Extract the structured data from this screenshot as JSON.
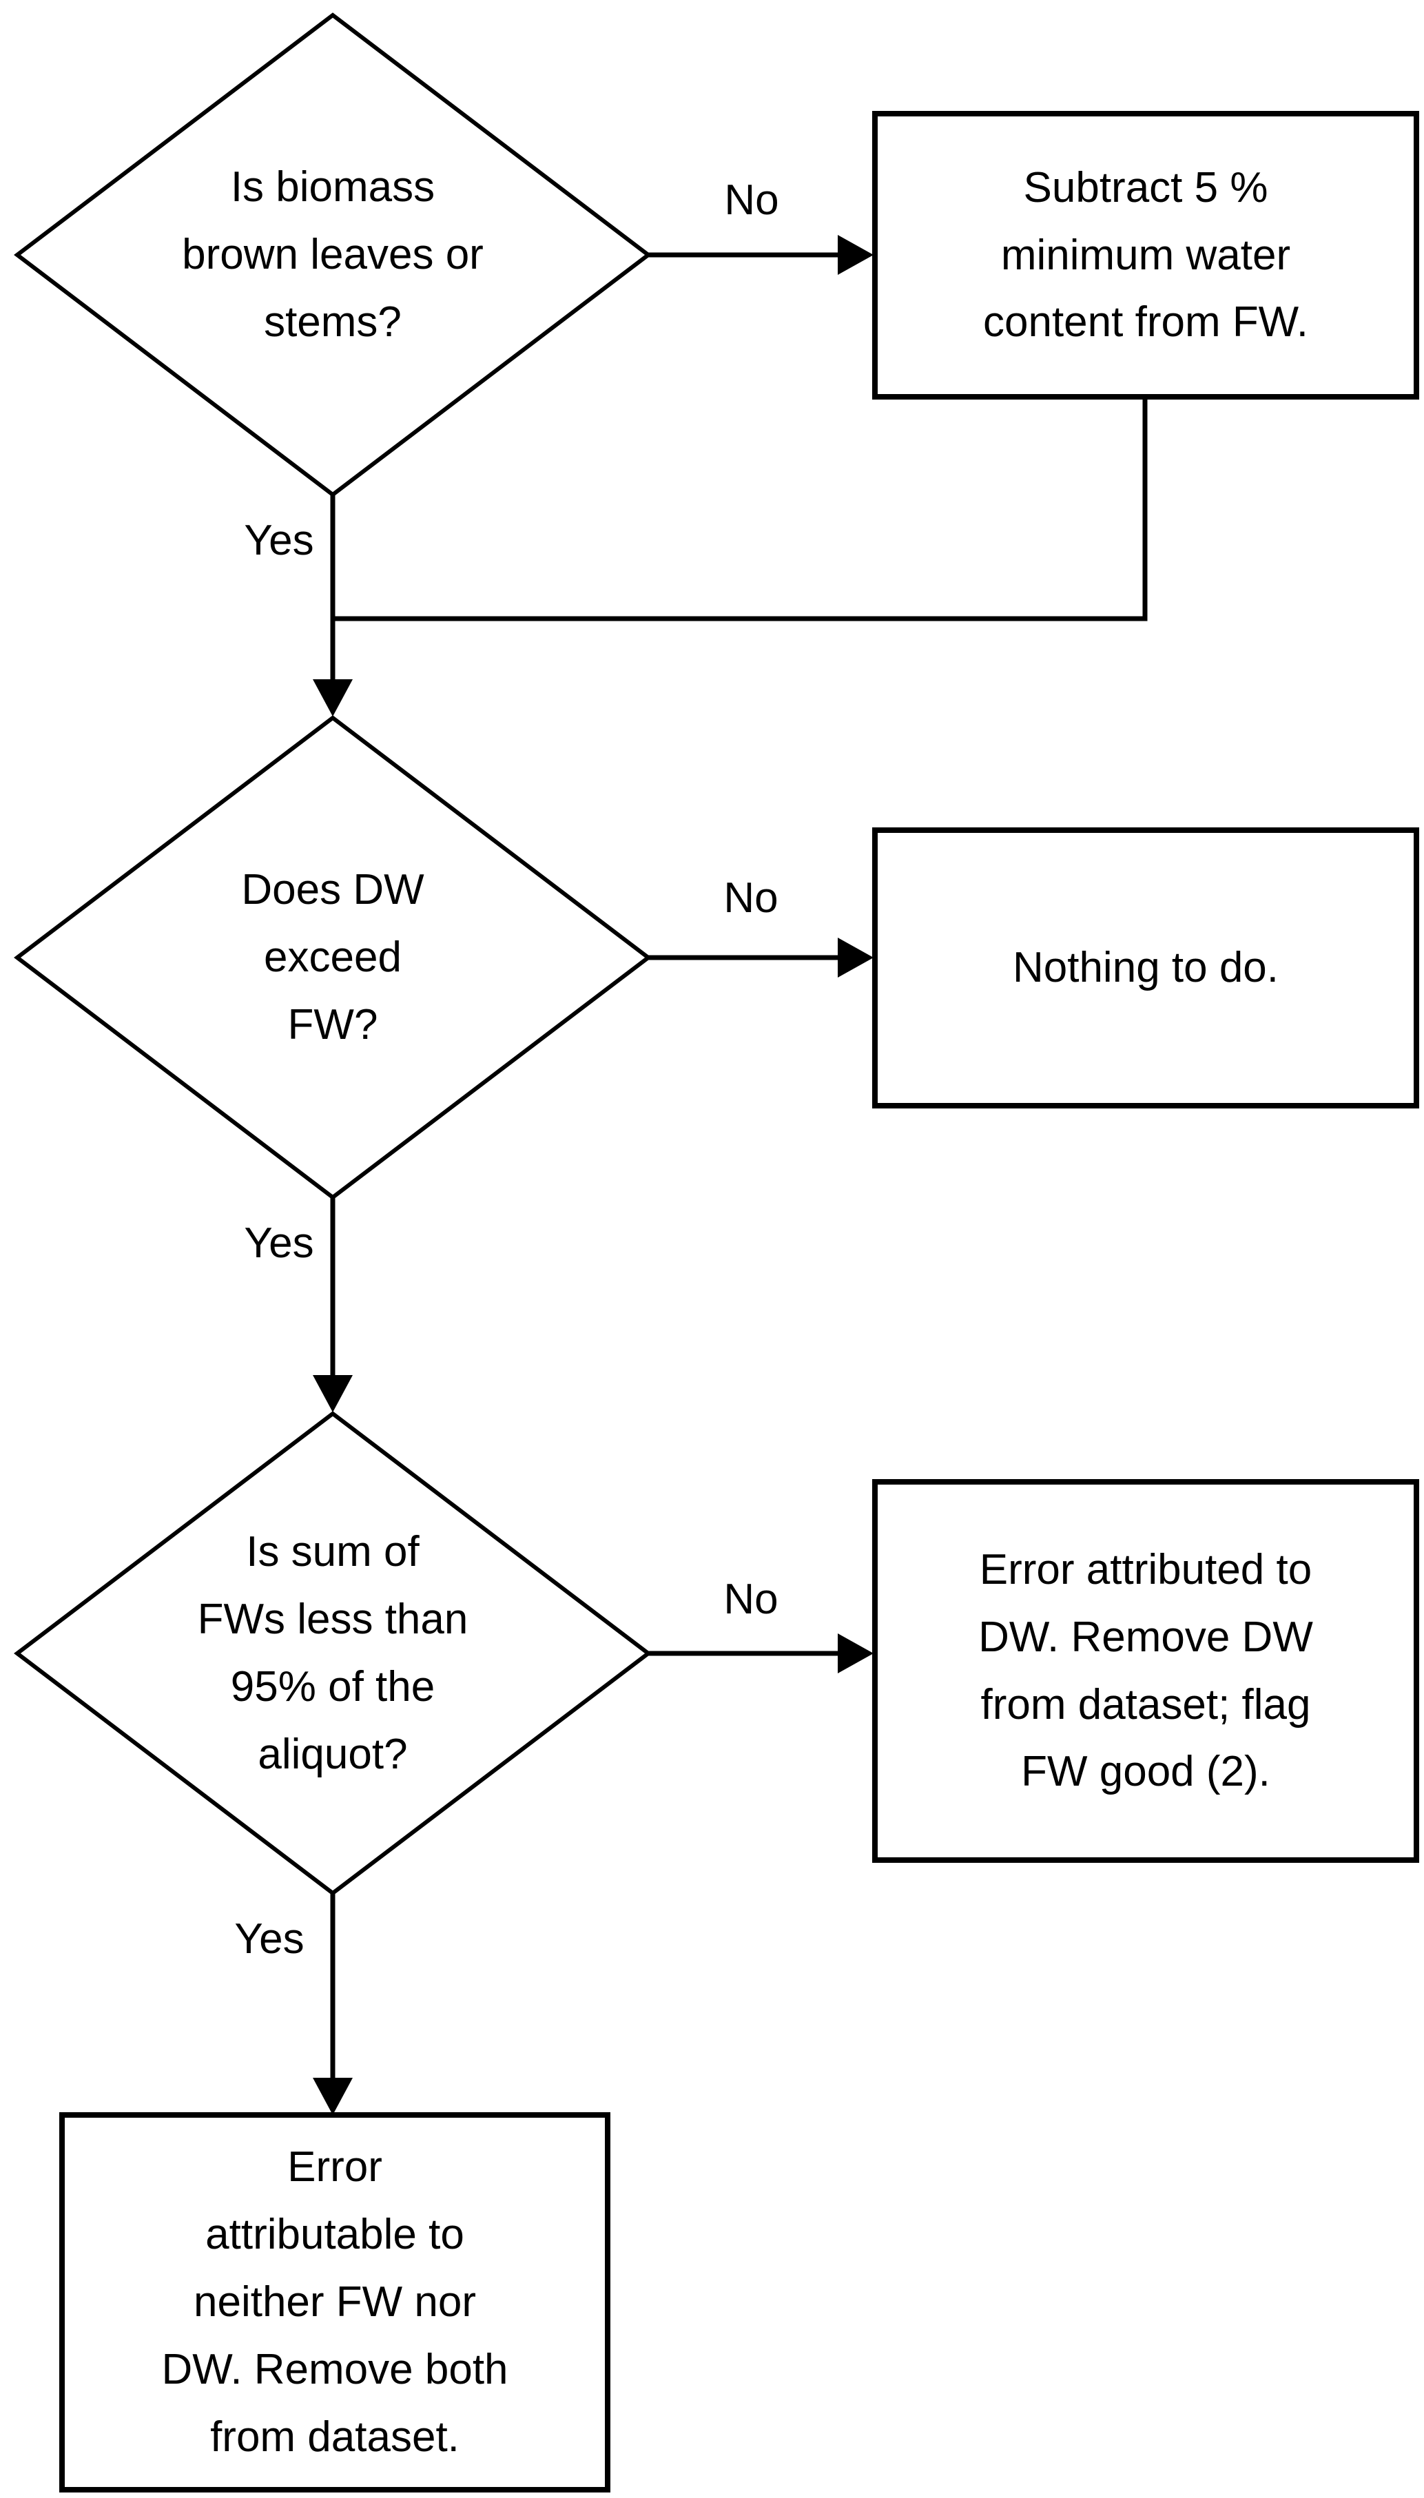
{
  "diagram": {
    "type": "flowchart",
    "background_color": "#ffffff",
    "stroke_color": "#000000",
    "text_color": "#000000",
    "nodes": {
      "decision_biomass": {
        "shape": "diamond",
        "lines": [
          "Is biomass",
          "brown leaves or",
          "stems?"
        ]
      },
      "process_subtract": {
        "shape": "rect",
        "lines": [
          "Subtract 5 %",
          "minimum water",
          "content from FW."
        ]
      },
      "decision_dw_exceed": {
        "shape": "diamond",
        "lines": [
          "Does DW",
          "exceed",
          "FW?"
        ]
      },
      "process_nothing": {
        "shape": "rect",
        "lines": [
          "Nothing to do."
        ]
      },
      "decision_sum_fw": {
        "shape": "diamond",
        "lines": [
          "Is sum of",
          "FWs less than",
          "95% of the",
          "aliquot?"
        ]
      },
      "process_error_dw": {
        "shape": "rect",
        "lines": [
          "Error attributed to",
          "DW. Remove DW",
          "from dataset; flag",
          "FW good (2)."
        ]
      },
      "process_error_neither": {
        "shape": "rect",
        "lines": [
          "Error",
          "attributable to",
          "neither FW nor",
          "DW. Remove both",
          "from dataset."
        ]
      }
    },
    "edge_labels": {
      "biomass_no": "No",
      "biomass_yes": "Yes",
      "dw_no": "No",
      "dw_yes": "Yes",
      "sum_no": "No",
      "sum_yes": "Yes"
    }
  }
}
